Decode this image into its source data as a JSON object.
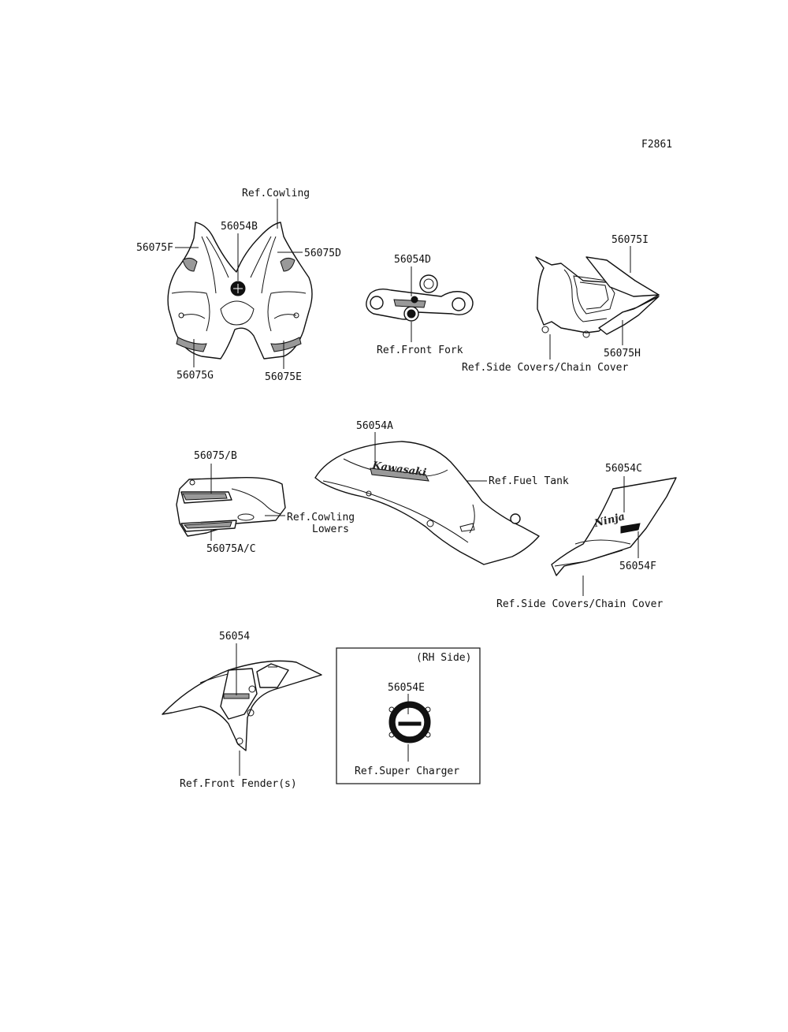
{
  "figure_code": "F2861",
  "labels": {
    "ref_cowling": "Ref.Cowling",
    "p56054B": "56054B",
    "p56075F": "56075F",
    "p56075D": "56075D",
    "p56075G": "56075G",
    "p56075E": "56075E",
    "p56054D": "56054D",
    "ref_front_fork": "Ref.Front Fork",
    "p56075I": "56075I",
    "p56075H": "56075H",
    "ref_side_covers_1": "Ref.Side Covers/Chain Cover",
    "p56054A": "56054A",
    "ref_fuel_tank": "Ref.Fuel Tank",
    "p56075B": "56075/B",
    "ref_cowling_lowers_1": "Ref.Cowling",
    "ref_cowling_lowers_2": "Lowers",
    "p56075AC": "56075A/C",
    "p56054C": "56054C",
    "p56054F": "56054F",
    "ref_side_covers_2": "Ref.Side Covers/Chain Cover",
    "p56054": "56054",
    "ref_front_fender": "Ref.Front Fender(s)",
    "rh_side": "(RH Side)",
    "p56054E": "56054E",
    "ref_super_charger": "Ref.Super Charger"
  },
  "decal_text": {
    "tank_logo": "Kawasaki",
    "side_logo": "Ninja"
  }
}
